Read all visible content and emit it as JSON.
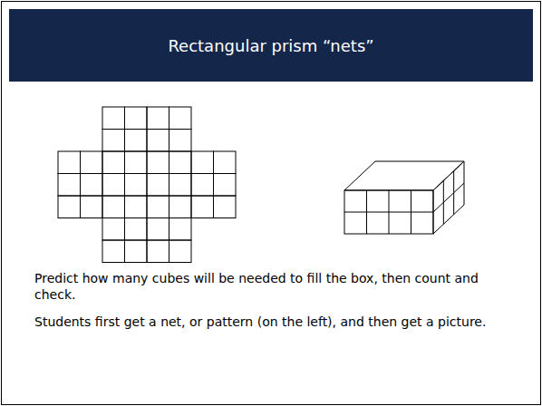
{
  "diagram": {
    "title": "Rectangular prism “nets”",
    "labels": [
      "Predict how many cubes will be needed to fill the box, then count and check.",
      "Students first get a net, or pattern (on the left), and then get a picture."
    ]
  }
}
